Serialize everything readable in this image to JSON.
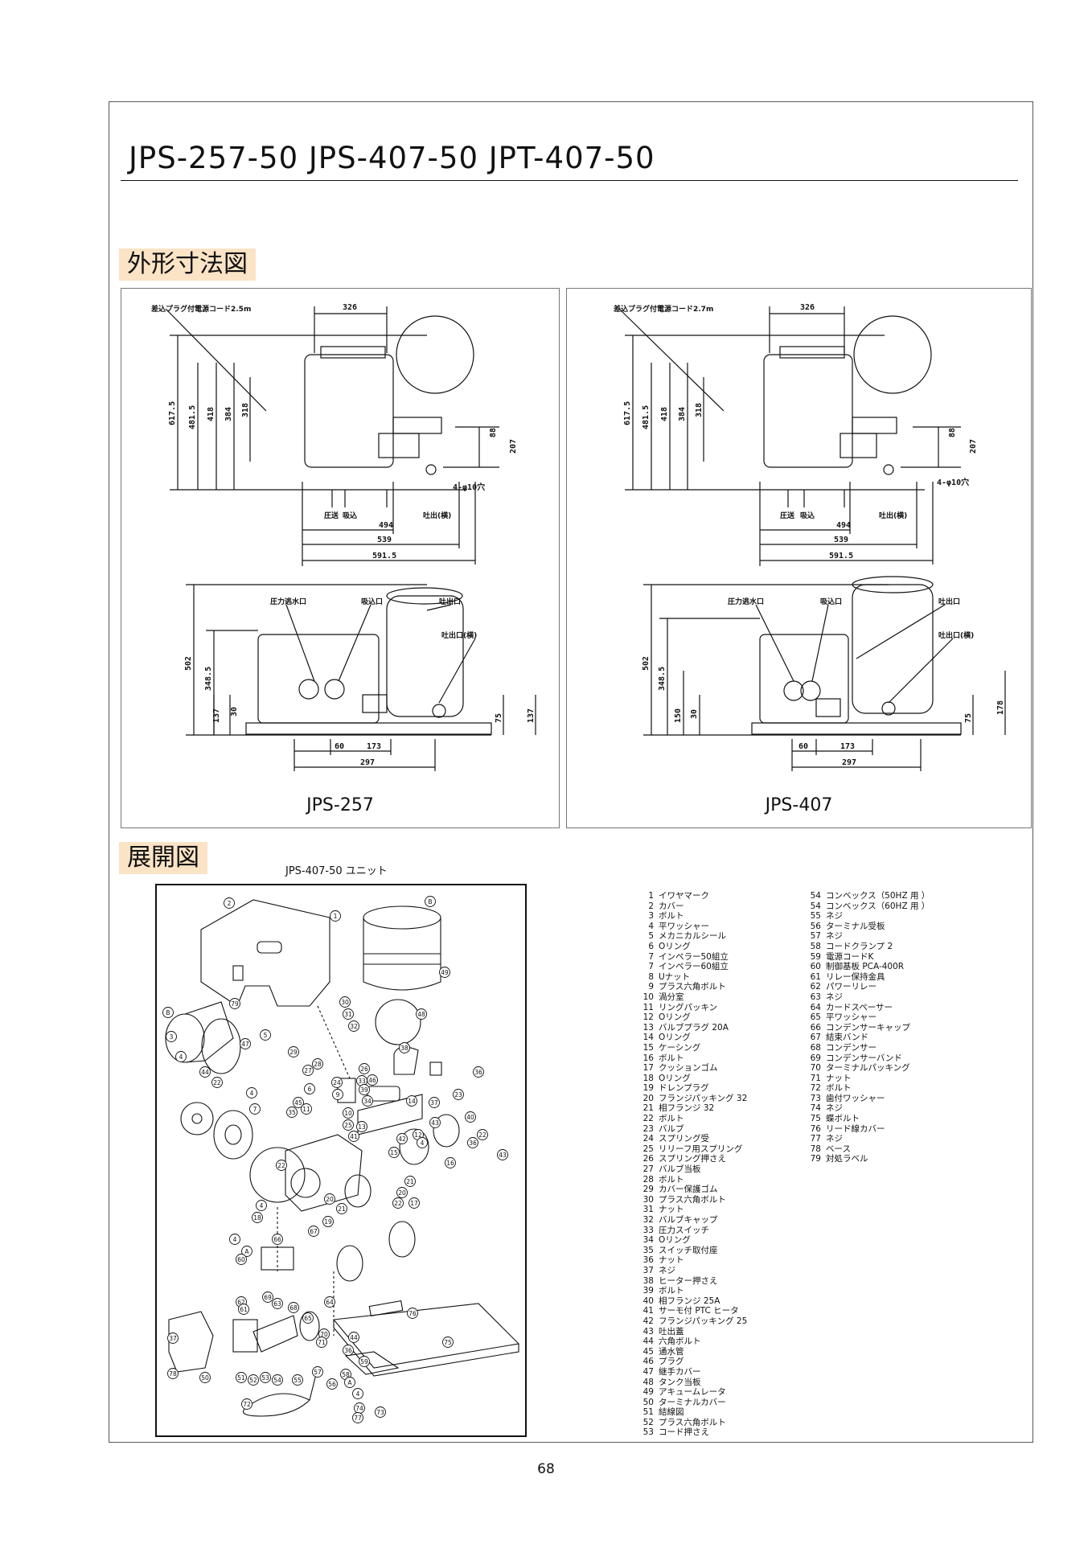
{
  "header": {
    "title": "JPS-257-50  JPS-407-50  JPT-407-50"
  },
  "section1": {
    "label": "外形寸法図"
  },
  "section2": {
    "label": "展開図"
  },
  "left_panel": {
    "caption": "JPS-257",
    "cord_note": "差込プラグ付電源コード2.5m",
    "dims": [
      "326",
      "617.5",
      "481.5",
      "418",
      "384",
      "318",
      "88",
      "207",
      "494",
      "539",
      "591.5",
      "4-φ10穴",
      "502",
      "348.5",
      "137",
      "30",
      "60",
      "173",
      "297",
      "75",
      "137"
    ],
    "labels": {
      "pressure": "圧送",
      "suction": "吸込",
      "outlet_side": "吐出(横)",
      "pressure_port": "圧力逃水口",
      "suction_port": "吸込口",
      "outlet_port": "吐出口",
      "outlet_side_port": "吐出口(横)"
    }
  },
  "right_panel": {
    "caption": "JPS-407",
    "cord_note": "差込プラグ付電源コード2.7m",
    "dims": [
      "326",
      "617.5",
      "481.5",
      "418",
      "384",
      "318",
      "88",
      "207",
      "494",
      "539",
      "591.5",
      "4-φ10穴",
      "502",
      "348.5",
      "150",
      "30",
      "60",
      "173",
      "297",
      "75",
      "178"
    ],
    "labels": {
      "pressure": "圧送",
      "suction": "吸込",
      "outlet_side": "吐出(横)",
      "pressure_port": "圧力逃水口",
      "suction_port": "吸込口",
      "outlet_port": "吐出口",
      "outlet_side_port": "吐出口(横)"
    }
  },
  "exploded": {
    "unit_label": "JPS-407-50 ユニット"
  },
  "parts_col1": [
    {
      "no": "1",
      "name": "イワヤマーク"
    },
    {
      "no": "2",
      "name": "カバー"
    },
    {
      "no": "3",
      "name": "ボルト"
    },
    {
      "no": "4",
      "name": "平ワッシャー"
    },
    {
      "no": "5",
      "name": "メカニカルシール"
    },
    {
      "no": "6",
      "name": "Oリング"
    },
    {
      "no": "7",
      "name": "インペラー50組立"
    },
    {
      "no": "7",
      "name": "インペラー60組立"
    },
    {
      "no": "8",
      "name": "Uナット"
    },
    {
      "no": "9",
      "name": "プラス六角ボルト"
    },
    {
      "no": "10",
      "name": "渦分室"
    },
    {
      "no": "11",
      "name": "リングパッキン"
    },
    {
      "no": "12",
      "name": "Oリング"
    },
    {
      "no": "13",
      "name": "バルブプラグ 20A"
    },
    {
      "no": "14",
      "name": "Oリング"
    },
    {
      "no": "15",
      "name": "ケーシング"
    },
    {
      "no": "16",
      "name": "ボルト"
    },
    {
      "no": "17",
      "name": "クッションゴム"
    },
    {
      "no": "18",
      "name": "Oリング"
    },
    {
      "no": "19",
      "name": "ドレンプラグ"
    },
    {
      "no": "20",
      "name": "フランジパッキング 32"
    },
    {
      "no": "21",
      "name": "相フランジ 32"
    },
    {
      "no": "22",
      "name": "ボルト"
    },
    {
      "no": "23",
      "name": "バルブ"
    },
    {
      "no": "24",
      "name": "スプリング受"
    },
    {
      "no": "25",
      "name": "リリーフ用スプリング"
    },
    {
      "no": "26",
      "name": "スプリング押さえ"
    },
    {
      "no": "27",
      "name": "バルブ当板"
    },
    {
      "no": "28",
      "name": "ボルト"
    },
    {
      "no": "29",
      "name": "カバー保護ゴム"
    },
    {
      "no": "30",
      "name": "プラス六角ボルト"
    },
    {
      "no": "31",
      "name": "ナット"
    },
    {
      "no": "32",
      "name": "バルブキャップ"
    },
    {
      "no": "33",
      "name": "圧力スイッチ"
    },
    {
      "no": "34",
      "name": "Oリング"
    },
    {
      "no": "35",
      "name": "スイッチ取付座"
    },
    {
      "no": "36",
      "name": "ナット"
    },
    {
      "no": "37",
      "name": "ネジ"
    },
    {
      "no": "38",
      "name": "ヒーター押さえ"
    },
    {
      "no": "39",
      "name": "ボルト"
    },
    {
      "no": "40",
      "name": "相フランジ 25A"
    },
    {
      "no": "41",
      "name": "サーモ付 PTC ヒータ"
    },
    {
      "no": "42",
      "name": "フランジパッキング  25"
    },
    {
      "no": "43",
      "name": "吐出蓋"
    },
    {
      "no": "44",
      "name": "六角ボルト"
    },
    {
      "no": "45",
      "name": "通水管"
    },
    {
      "no": "46",
      "name": "プラグ"
    },
    {
      "no": "47",
      "name": "継手カバー"
    },
    {
      "no": "48",
      "name": "タンク当板"
    },
    {
      "no": "49",
      "name": "アキュームレータ"
    },
    {
      "no": "50",
      "name": "ターミナルカバー"
    },
    {
      "no": "51",
      "name": "結線図"
    },
    {
      "no": "52",
      "name": "プラス六角ボルト"
    },
    {
      "no": "53",
      "name": "コード押さえ"
    }
  ],
  "parts_col2": [
    {
      "no": "54",
      "name": "コンベックス（50HZ 用 ）"
    },
    {
      "no": "54",
      "name": "コンベックス（60HZ 用 ）"
    },
    {
      "no": "55",
      "name": "ネジ"
    },
    {
      "no": "56",
      "name": "ターミナル受板"
    },
    {
      "no": "57",
      "name": "ネジ"
    },
    {
      "no": "58",
      "name": "コードクランプ 2"
    },
    {
      "no": "59",
      "name": "電源コードK"
    },
    {
      "no": "60",
      "name": "制御基板 PCA-400R"
    },
    {
      "no": "61",
      "name": "リレー保持金具"
    },
    {
      "no": "62",
      "name": "パワーリレー"
    },
    {
      "no": "63",
      "name": "ネジ"
    },
    {
      "no": "64",
      "name": "カードスペーサー"
    },
    {
      "no": "65",
      "name": "平ワッシャー"
    },
    {
      "no": "66",
      "name": "コンデンサーキャップ"
    },
    {
      "no": "67",
      "name": "結束バンド"
    },
    {
      "no": "68",
      "name": "コンデンサー"
    },
    {
      "no": "69",
      "name": "コンデンサーバンド"
    },
    {
      "no": "70",
      "name": "ターミナルパッキング"
    },
    {
      "no": "71",
      "name": "ナット"
    },
    {
      "no": "72",
      "name": "ボルト"
    },
    {
      "no": "73",
      "name": "歯付ワッシャー"
    },
    {
      "no": "74",
      "name": "ネジ"
    },
    {
      "no": "75",
      "name": "蝶ボルト"
    },
    {
      "no": "76",
      "name": "リード線カバー"
    },
    {
      "no": "77",
      "name": "ネジ"
    },
    {
      "no": "78",
      "name": "ベース"
    },
    {
      "no": "79",
      "name": "対処ラベル"
    }
  ],
  "callouts": [
    "2",
    "1",
    "49",
    "B",
    "79",
    "30",
    "31",
    "3",
    "5",
    "32",
    "48",
    "47",
    "29",
    "28",
    "4",
    "27",
    "26",
    "33",
    "38",
    "46",
    "24",
    "39",
    "34",
    "36",
    "37",
    "44",
    "22",
    "4",
    "7",
    "6",
    "9",
    "10",
    "25",
    "23",
    "35",
    "45",
    "11",
    "13",
    "14",
    "12",
    "36",
    "40",
    "43",
    "4",
    "22",
    "15",
    "41",
    "42",
    "43",
    "22",
    "16",
    "4",
    "18",
    "20",
    "21",
    "19",
    "20",
    "21",
    "22",
    "17",
    "4",
    "A",
    "66",
    "60",
    "67",
    "69",
    "62",
    "63",
    "68",
    "64",
    "65",
    "70",
    "71",
    "37",
    "61",
    "44",
    "76",
    "36",
    "75",
    "78",
    "50",
    "51",
    "52",
    "53",
    "54",
    "55",
    "56",
    "57",
    "58",
    "4",
    "74",
    "73",
    "77",
    "72",
    "59",
    "A",
    "B"
  ],
  "page_number": "68"
}
